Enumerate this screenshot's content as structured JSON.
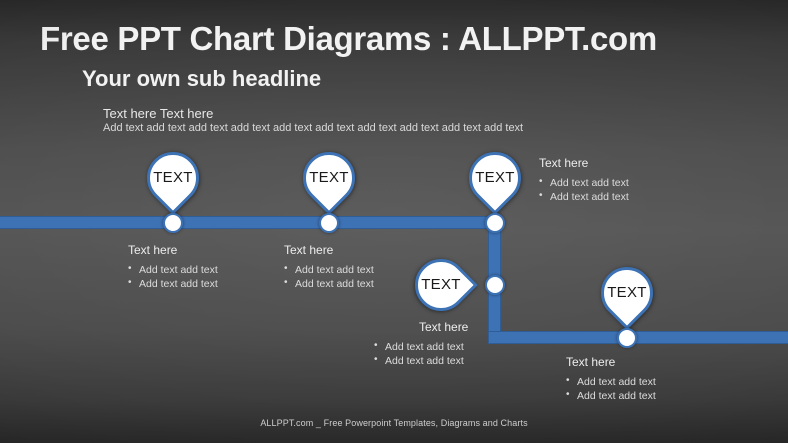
{
  "slide": {
    "title": "Free PPT Chart Diagrams : ALLPPT.com",
    "subtitle": "Your own sub headline",
    "lead_heading": "Text here Text here",
    "lead_body": "Add text add text add text add text add text add text add text add text add text add text",
    "footer": "ALLPPT.com _ Free Powerpoint Templates, Diagrams and Charts",
    "colors": {
      "line_blue": "#3d72b5",
      "line_blue_border": "#2f5d96",
      "pin_fill": "#ffffff",
      "pin_text": "#1a1a1a",
      "text_light": "#ededed",
      "background_dark": "#2b2b2b",
      "background_mid": "#555555"
    }
  },
  "pins": [
    {
      "label": "TEXT",
      "orientation": "down"
    },
    {
      "label": "TEXT",
      "orientation": "down"
    },
    {
      "label": "TEXT",
      "orientation": "down"
    },
    {
      "label": "TEXT",
      "orientation": "right"
    },
    {
      "label": "TEXT",
      "orientation": "down"
    }
  ],
  "blocks": [
    {
      "heading": "Text here",
      "bullets": [
        "Add text add text",
        "Add text add text"
      ]
    },
    {
      "heading": "Text here",
      "bullets": [
        "Add text add text",
        "Add text add text"
      ]
    },
    {
      "heading": "Text here",
      "bullets": [
        "Add text add text",
        "Add text add text"
      ]
    },
    {
      "heading": "Text here",
      "bullets": [
        "Add text add text",
        "Add text add text"
      ]
    },
    {
      "heading": "Text here",
      "bullets": [
        "Add text add text",
        "Add text add text"
      ]
    }
  ]
}
